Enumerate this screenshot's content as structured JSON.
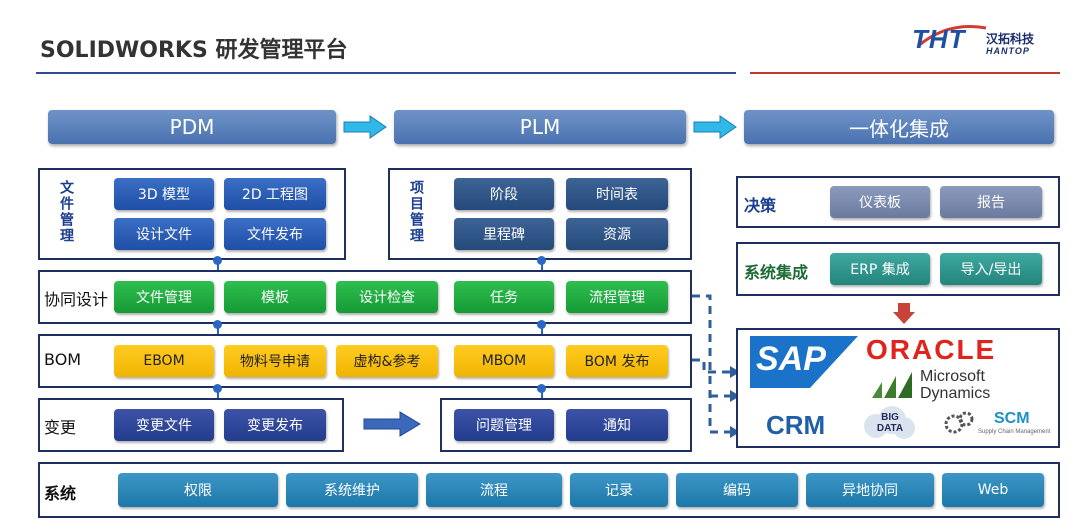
{
  "header": {
    "title": "SOLIDWORKS 研发管理平台",
    "logo_mark": "THT",
    "logo_cn": "汉拓科技",
    "logo_en": "HANTOP"
  },
  "phases": [
    "PDM",
    "PLM",
    "一体化集成"
  ],
  "file_mgmt": {
    "label": "文件管理",
    "items": [
      "3D 模型",
      "2D 工程图",
      "设计文件",
      "文件发布"
    ]
  },
  "project_mgmt": {
    "label": "项目管理",
    "items": [
      "阶段",
      "时间表",
      "里程碑",
      "资源"
    ]
  },
  "collab": {
    "label": "协同设计",
    "items": [
      "文件管理",
      "模板",
      "设计检查",
      "任务",
      "流程管理"
    ]
  },
  "bom": {
    "label": "BOM",
    "items": [
      "EBOM",
      "物料号申请",
      "虚构&参考",
      "MBOM",
      "BOM 发布"
    ]
  },
  "change": {
    "label": "变更",
    "items": [
      "变更文件",
      "变更发布"
    ]
  },
  "issue": {
    "items": [
      "问题管理",
      "通知"
    ]
  },
  "decision": {
    "label": "决策",
    "items": [
      "仪表板",
      "报告"
    ]
  },
  "integration": {
    "label": "系统集成",
    "items": [
      "ERP 集成",
      "导入/导出"
    ]
  },
  "vendors": {
    "sap": "SAP",
    "oracle": "ORACLE",
    "microsoft": "Microsoft",
    "dynamics": "Dynamics",
    "crm": "CRM",
    "bigdata": "BIG DATA",
    "scm": "SCM",
    "scm_sub": "Supply Chain Management"
  },
  "system": {
    "label": "系统",
    "items": [
      "权限",
      "系统维护",
      "流程",
      "记录",
      "编码",
      "异地协同",
      "Web"
    ]
  },
  "colors": {
    "accent": "#1d3f91",
    "phase": "#4a72b0",
    "green": "#169a36",
    "yellow": "#f0b400"
  }
}
